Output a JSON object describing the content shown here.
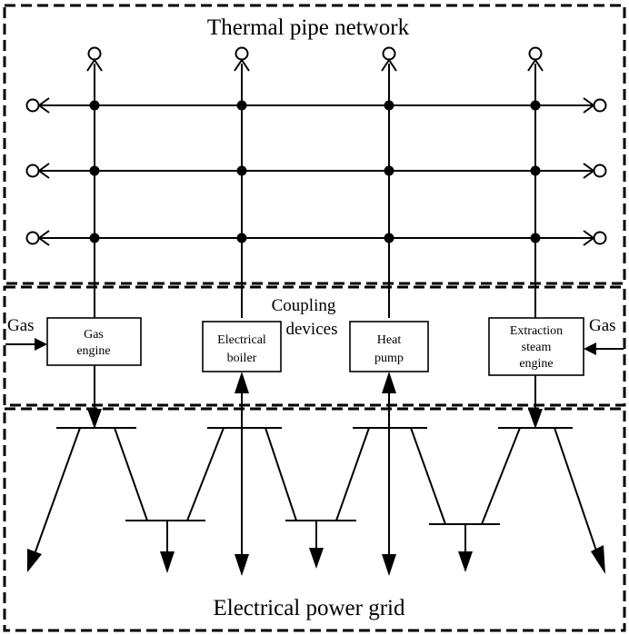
{
  "zones": {
    "thermal": {
      "title": "Thermal pipe network"
    },
    "coupling": {
      "title_line1": "Coupling",
      "title_line2": "devices"
    },
    "grid": {
      "title": "Electrical power grid"
    }
  },
  "devices": [
    {
      "id": "gas-engine",
      "lines": [
        "Gas",
        "engine"
      ]
    },
    {
      "id": "electrical-boiler",
      "lines": [
        "Electrical",
        "boiler"
      ]
    },
    {
      "id": "heat-pump",
      "lines": [
        "Heat",
        "pump"
      ]
    },
    {
      "id": "extraction-steam-engine",
      "lines": [
        "Extraction",
        "steam",
        "engine"
      ]
    }
  ],
  "gas_inputs": {
    "left": "Gas",
    "right": "Gas"
  }
}
